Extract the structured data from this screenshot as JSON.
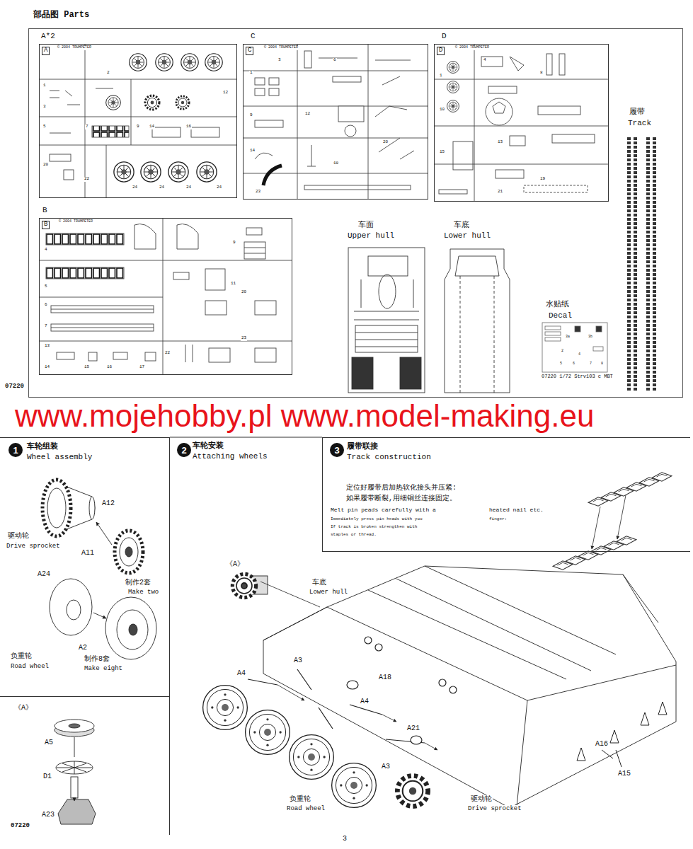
{
  "diagram": {
    "nodes": [
      {
        "text": [
          "部品图 Parts"
        ]
      },
      {
        "text": [
          "A*2",
          "A"
        ],
        "in": 0
      },
      {
        "text": [
          "C",
          "C"
        ],
        "in": 0
      },
      {
        "text": [
          "D",
          "D"
        ],
        "in": 0
      },
      {
        "text": [
          "B",
          "B"
        ],
        "in": 0
      },
      {
        "text": [
          "车轮组装",
          "Wheel assembly"
        ]
      },
      {
        "text": [
          "1"
        ],
        "in": 5
      },
      {
        "text": [
          "《A》"
        ]
      },
      {
        "text": [
          "车轮安装",
          "Attaching wheels"
        ]
      },
      {
        "text": [
          "2"
        ],
        "in": 8
      },
      {
        "text": [
          "履带联接",
          "Track construction"
        ]
      },
      {
        "text": [
          "3"
        ],
        "in": 10
      }
    ],
    "labels": [
      "© 2004 TRUMPETER",
      "© 2004 TRUMPETER",
      "© 2004 TRUMPETER",
      "© 2004 TRUMPETER",
      "1",
      "2",
      "3",
      "5",
      "7",
      "9",
      "12",
      "14",
      "16",
      "20",
      "22",
      "24",
      "24",
      "24",
      "24",
      "1",
      "3",
      "6",
      "9",
      "12",
      "14",
      "18",
      "20",
      "23",
      "1",
      "4",
      "8",
      "10",
      "13",
      "15",
      "19",
      "21",
      "4",
      "5",
      "6",
      "7",
      "13",
      "14",
      "15",
      "16",
      "17",
      "20",
      "22",
      "23",
      "11",
      "9",
      "车面",
      "Upper hull",
      "车底",
      "Lower hull",
      "水贴纸",
      "Decal",
      "07220 1/72 Strv103 c MBT",
      "履带",
      "Track",
      "07220",
      "3a",
      "3b",
      "2",
      "4",
      "5",
      "6",
      "7",
      "8",
      "www.mojehobby.pl www.model-making.eu",
      "A12",
      "A11",
      "驱动轮",
      "Drive sprocket",
      "制作2套",
      "Make two",
      "A24",
      "A2",
      "负重轮",
      "Road wheel",
      "制作8套",
      "Make eight",
      "A5",
      "D1",
      "A23",
      "《A》",
      "车底",
      "Lower hull",
      "A4",
      "A3",
      "A18",
      "A4",
      "A21",
      "A3",
      "负重轮",
      "Road wheel",
      "驱动轮",
      "Drive sprocket",
      "A16",
      "A15",
      "定位好履带后加热软化接头并压紧:",
      "如果履带断裂,用细铜丝连接固定。",
      "Melt pin peads carefully with a",
      "heated nail etc.",
      "Immediately press pin heads with you",
      "finger:",
      "If track is broken strengthen with",
      "staples or thread.",
      "07220",
      "3"
    ]
  }
}
